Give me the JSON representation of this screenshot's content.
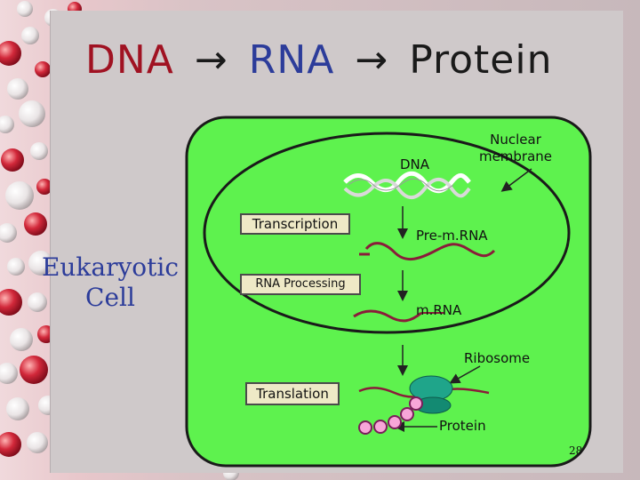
{
  "slide": {
    "title_parts": [
      "DNA",
      "→",
      "RNA",
      "→",
      "Protein"
    ],
    "cell_label_lines": [
      "Eukaryotic",
      "Cell"
    ],
    "page_number": "28"
  },
  "diagram": {
    "process_boxes": {
      "transcription": "Transcription",
      "rna_processing": "RNA Processing",
      "translation": "Translation"
    },
    "labels": {
      "dna": "DNA",
      "nuclear_membrane_lines": [
        "Nuclear",
        "membrane"
      ],
      "pre_mrna": "Pre-m.RNA",
      "mrna": "m.RNA",
      "ribosome": "Ribosome",
      "protein": "Protein"
    }
  },
  "colors": {
    "title_dna": "#a01222",
    "title_rna": "#2c3c9a",
    "title_protein": "#1a1a1a",
    "cell_fill": "#5ef24e",
    "nucleus_fill": "#5ef24e",
    "rna_strand": "#8a1c3a",
    "ribosome": "#1fa58a",
    "protein_beads": "#f7a6d8"
  }
}
